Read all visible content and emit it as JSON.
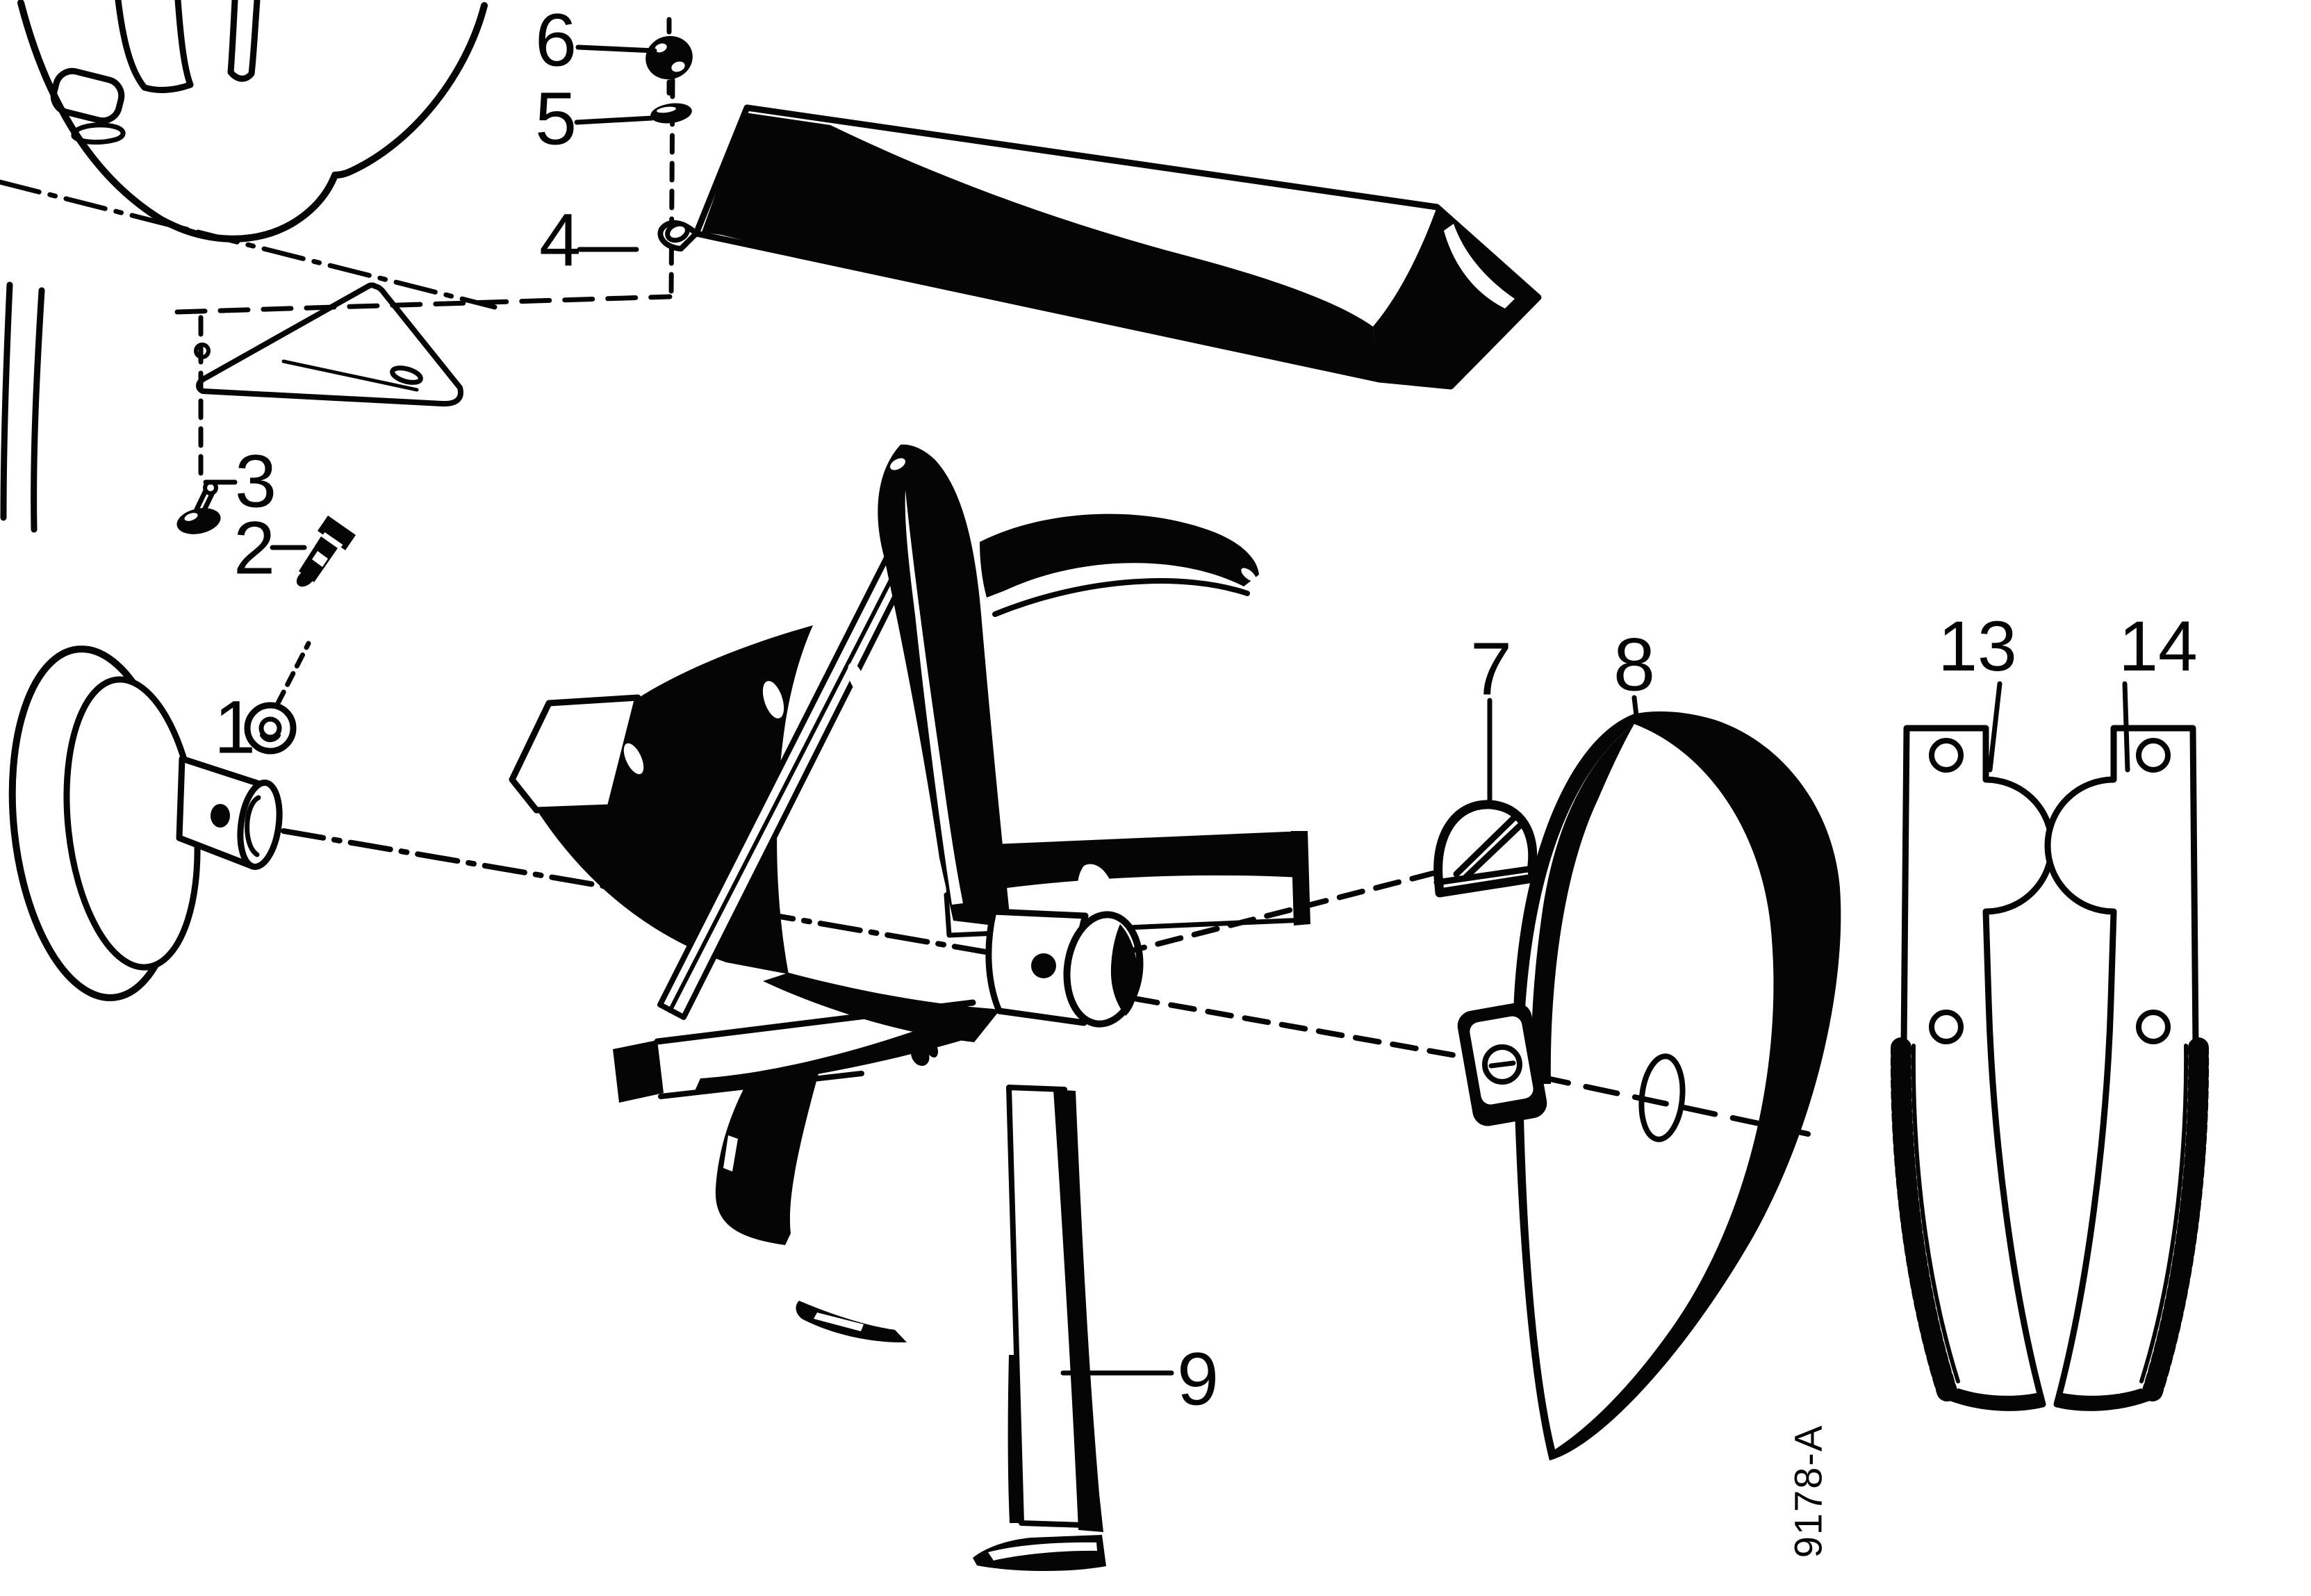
{
  "diagram": {
    "code": "9178-A",
    "colors": {
      "ink": "#050505",
      "paper": "#ffffff"
    },
    "callouts": {
      "c1": {
        "label": "1"
      },
      "c2": {
        "label": "2"
      },
      "c3": {
        "label": "3"
      },
      "c4": {
        "label": "4"
      },
      "c5": {
        "label": "5"
      },
      "c6": {
        "label": "6"
      },
      "c7": {
        "label": "7"
      },
      "c8": {
        "label": "8"
      },
      "c9": {
        "label": "9"
      },
      "c13": {
        "label": "13"
      },
      "c14": {
        "label": "14"
      }
    }
  }
}
